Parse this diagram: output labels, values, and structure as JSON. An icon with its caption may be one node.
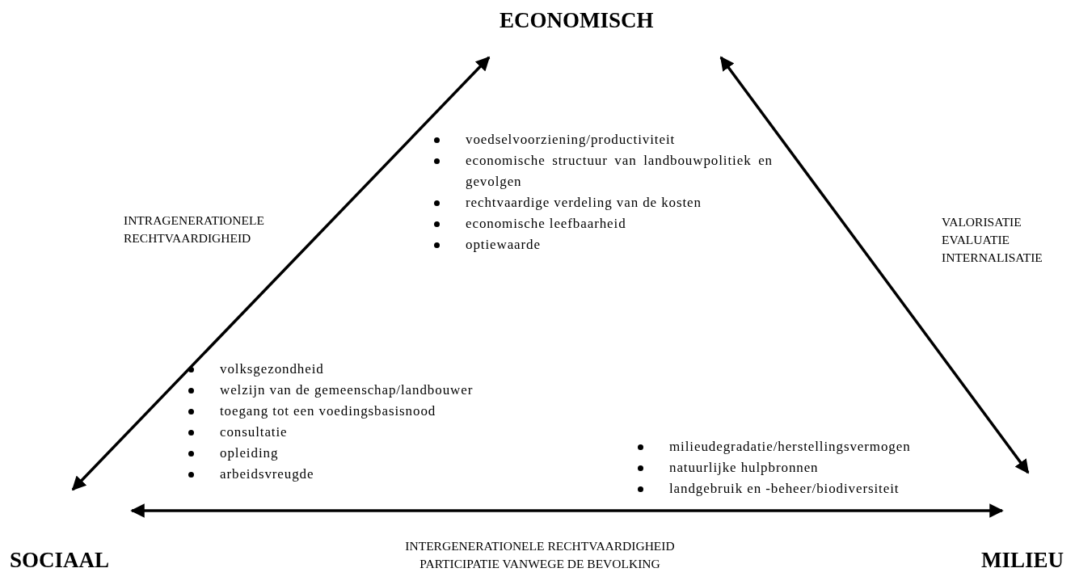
{
  "diagram": {
    "nodes": [
      {
        "text": [
          "ECONOMISCH"
        ]
      },
      {
        "text": [
          "SOCIAAL"
        ]
      },
      {
        "text": [
          "MILIEU"
        ]
      }
    ],
    "edges": [
      {
        "from": 0,
        "to": 1,
        "arrow": "both",
        "label": "INTRAGENERATIONELE RECHTVAARDIGHEID"
      },
      {
        "from": 0,
        "to": 2,
        "arrow": "both",
        "label": "VALORISATIE EVALUATIE INTERNALISATIE"
      },
      {
        "from": 1,
        "to": 2,
        "arrow": "both",
        "label": "INTERGENERATIONELE RECHTVAARDIGHEID PARTICIPATIE VANWEGE DE BEVOLKING"
      }
    ],
    "labels": [
      "voedselvoorziening/productiviteit",
      "economische structuur van landbouwpolitiek en gevolgen",
      "rechtvaardige verdeling van de kosten",
      "economische leefbaarheid",
      "optiewaarde",
      "volksgezondheid",
      "welzijn van de gemeenschap/landbouwer",
      "toegang tot een voedingsbasisnood",
      "consultatie",
      "opleiding",
      "arbeidsvreugde",
      "milieudegradatie/herstellingsvermogen",
      "natuurlijke hulpbronnen",
      "landgebruik en -beheer/biodiversiteit"
    ]
  }
}
